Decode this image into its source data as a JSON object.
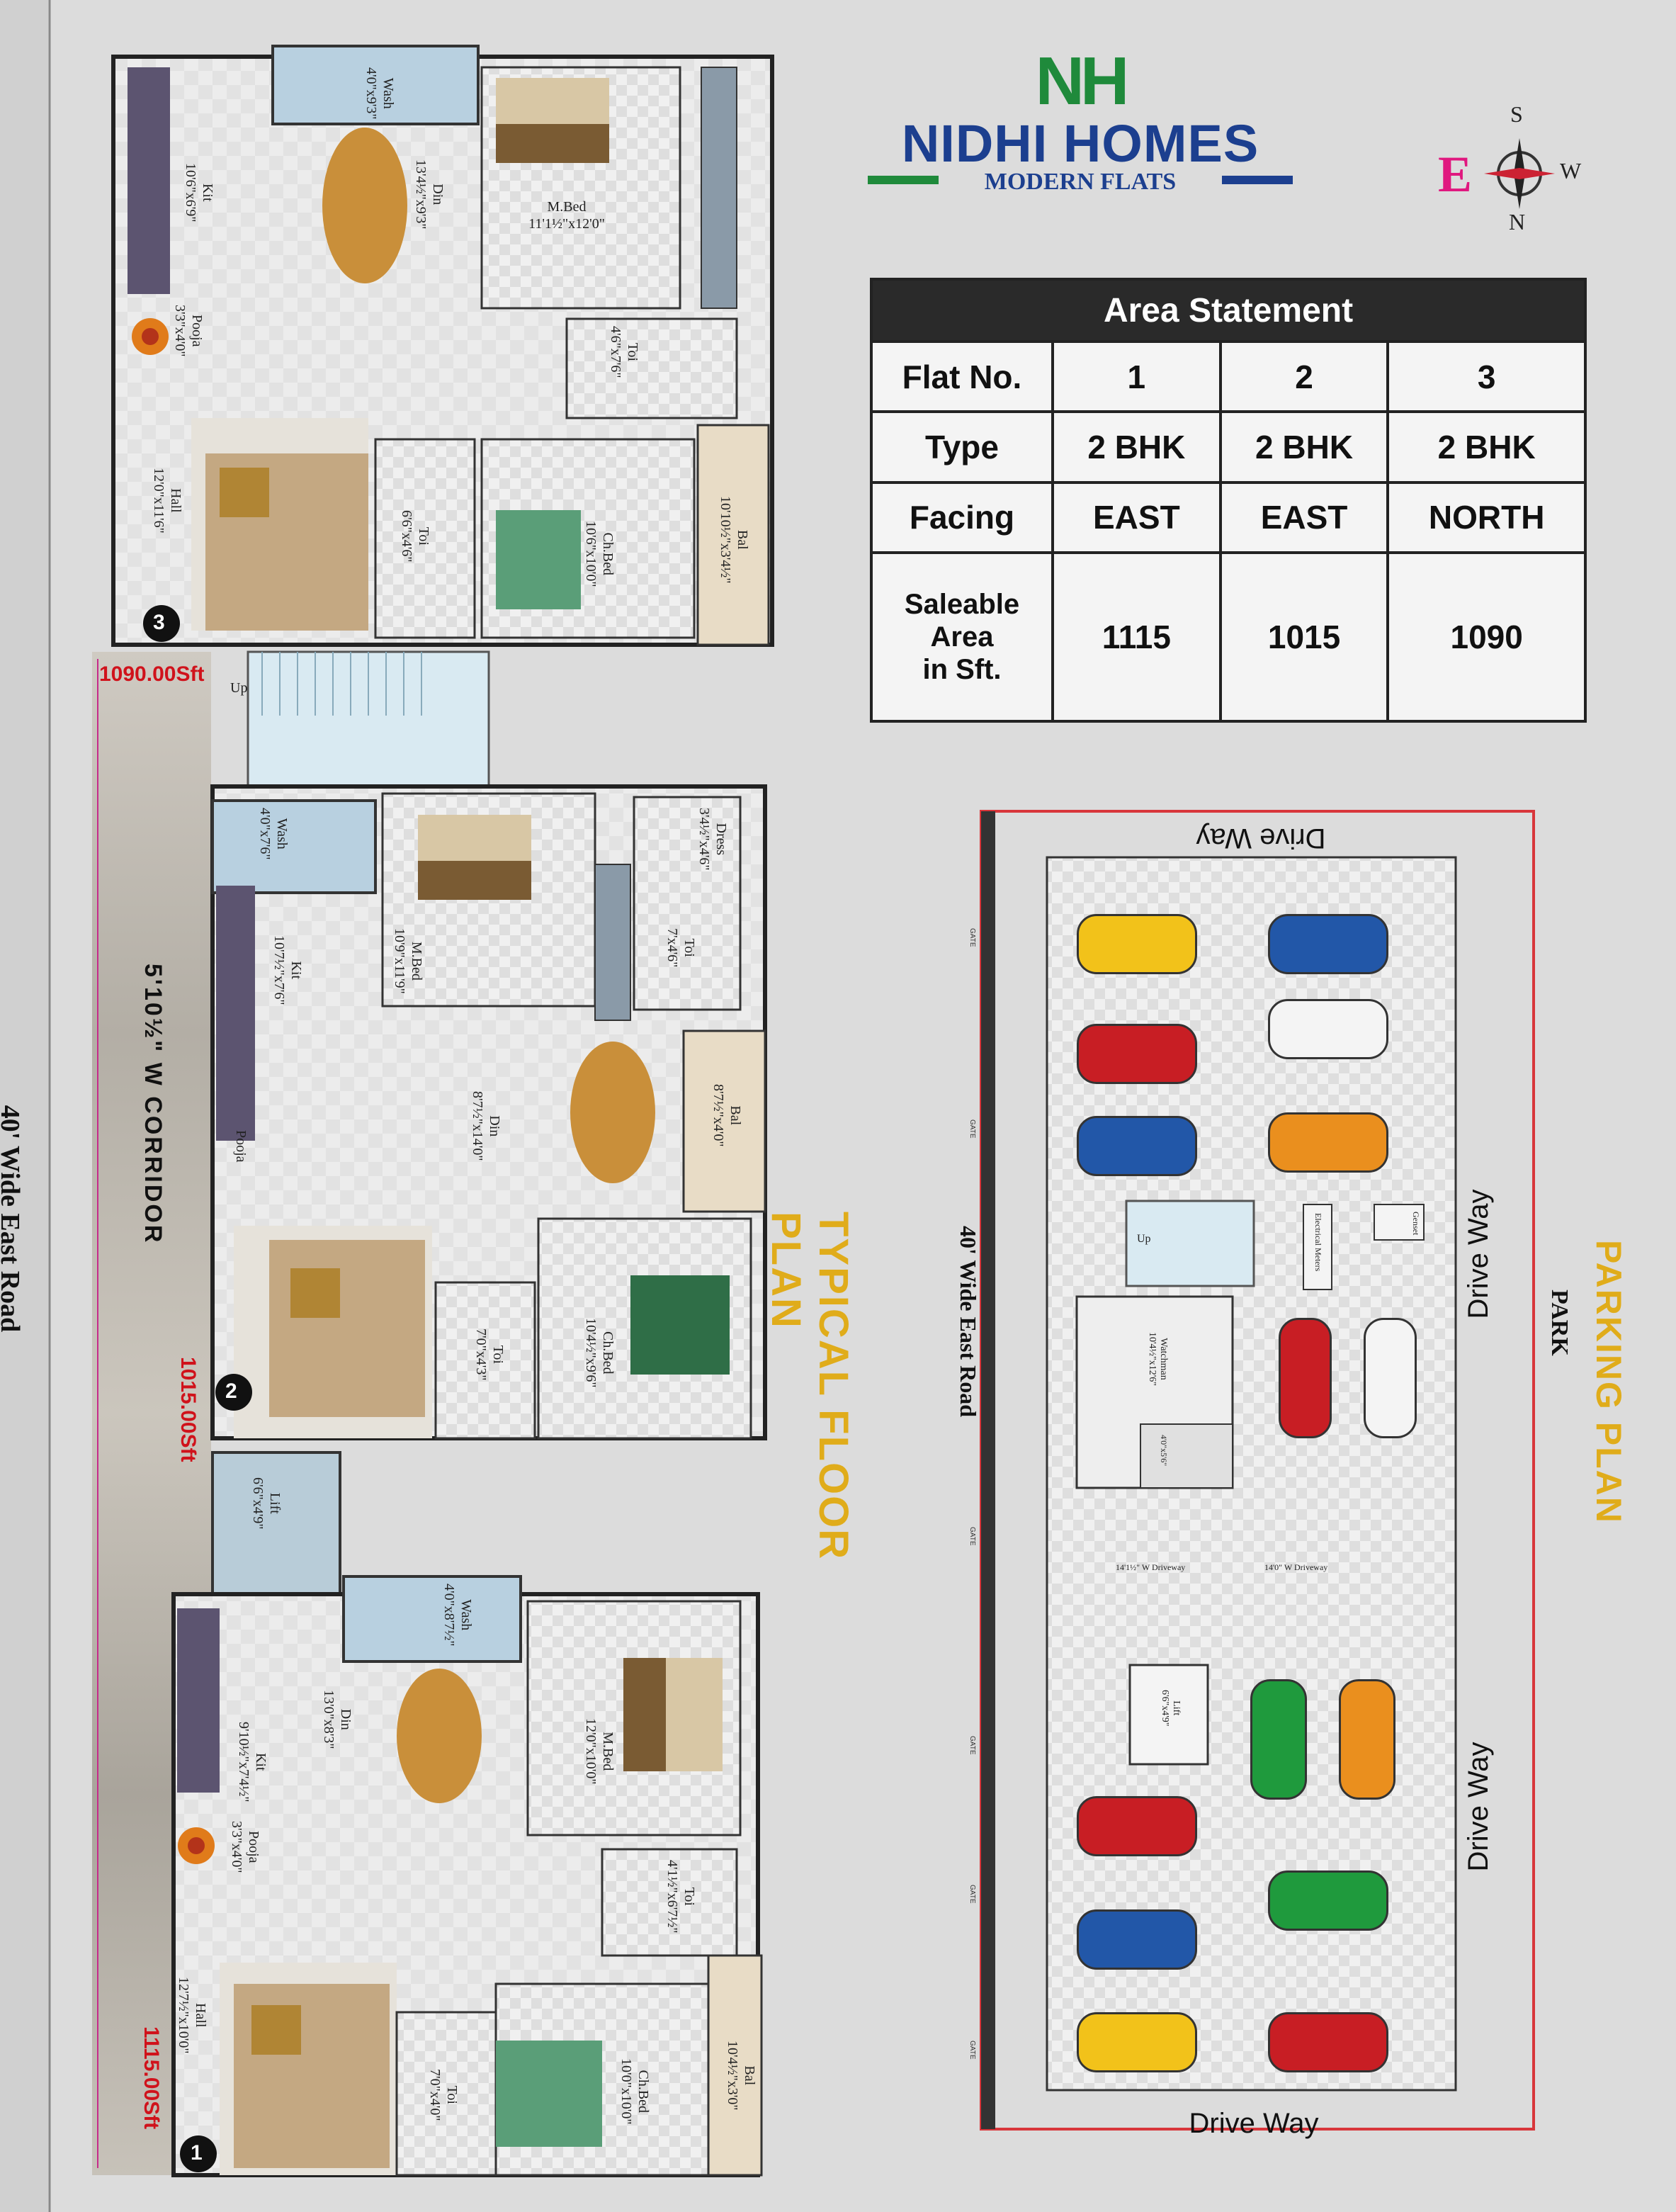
{
  "brand": {
    "mark": "NH",
    "name": "NIDHI HOMES",
    "tagline": "MODERN FLATS",
    "colors": {
      "navy": "#1c3f8f",
      "green": "#1f8a3b",
      "orange": "#f08a1c"
    }
  },
  "compass": {
    "s": "S",
    "w": "W",
    "n": "N",
    "e": "E"
  },
  "area_statement": {
    "title": "Area Statement",
    "row_labels": [
      "Flat No.",
      "Type",
      "Facing"
    ],
    "saleable_label_line1": "Saleable Area",
    "saleable_label_line2": "in Sft.",
    "flats": [
      {
        "no": "1",
        "type": "2 BHK",
        "facing": "EAST",
        "area": "1115"
      },
      {
        "no": "2",
        "type": "2 BHK",
        "facing": "EAST",
        "area": "1015"
      },
      {
        "no": "3",
        "type": "2 BHK",
        "facing": "NORTH",
        "area": "1090"
      }
    ]
  },
  "floor_plan": {
    "title": "TYPICAL FLOOR PLAN",
    "road": "40' Wide East Road",
    "corridor": "5'10½\" W CORRIDOR",
    "up": "Up",
    "flat3": {
      "badge": "3",
      "sft": "1090.00Sft",
      "wash": "Wash",
      "wash_dim": "4'0\"x9'3\"",
      "kit": "Kit",
      "kit_dim": "10'6\"x6'9\"",
      "din": "Din",
      "din_dim": "13'4½\"x9'3\"",
      "mbed": "M.Bed",
      "mbed_dim": "11'1½\"x12'0\"",
      "pooja": "Pooja",
      "pooja_dim": "3'3\"x4'0\"",
      "toi1": "Toi",
      "toi1_dim": "4'6\"x7'6\"",
      "hall": "Hall",
      "hall_dim": "12'0\"x11'6\"",
      "toi2": "Toi",
      "toi2_dim": "6'6\"x4'6\"",
      "chbed": "Ch.Bed",
      "chbed_dim": "10'6\"x10'0\"",
      "bal": "Bal",
      "bal_dim": "10'10½\"x3'4½\""
    },
    "flat2": {
      "badge": "2",
      "sft": "1015.00Sft",
      "wash": "Wash",
      "wash_dim": "4'0\"x7'6\"",
      "mbed": "M.Bed",
      "mbed_dim": "10'9\"x11'9\"",
      "dress": "Dress",
      "dress_dim": "3'4½\"x4'6\"",
      "toi1": "Toi",
      "toi1_dim": "7'x4'6\"",
      "kit": "Kit",
      "kit_dim": "10'7½\"x7'6\"",
      "din": "Din",
      "din_dim": "8'7½\"x14'0\"",
      "bal": "Bal",
      "bal_dim": "8'7½\"x4'0\"",
      "pooja": "Pooja",
      "toi2": "Toi",
      "toi2_dim": "7'0\"x4'3\"",
      "chbed": "Ch.Bed",
      "chbed_dim": "10'4½\"x9'6\""
    },
    "lift": {
      "label": "Lift",
      "dim": "6'6\"x4'9\""
    },
    "flat1": {
      "badge": "1",
      "sft": "1115.00Sft",
      "wash": "Wash",
      "wash_dim": "4'0\"x8'7½\"",
      "kit": "Kit",
      "kit_dim": "9'10½\"x7'4½\"",
      "din": "Din",
      "din_dim": "13'0\"x8'3\"",
      "mbed": "M.Bed",
      "mbed_dim": "12'0\"x10'0\"",
      "pooja": "Pooja",
      "pooja_dim": "3'3\"x4'0\"",
      "toi1": "Toi",
      "toi1_dim": "4'1½\"x6'7½\"",
      "hall": "Hall",
      "hall_dim": "12'7½\"x10'0\"",
      "toi2": "Toi",
      "toi2_dim": "7'0\"x4'0\"",
      "chbed": "Ch.Bed",
      "chbed_dim": "10'0\"x10'0\"",
      "bal": "Bal",
      "bal_dim": "10'4½\"x3'0\""
    }
  },
  "parking_plan": {
    "title": "PARKING PLAN",
    "park": "PARK",
    "drive_top": "Drive Way",
    "drive_bottom": "Drive Way",
    "drive_right1": "Drive Way",
    "drive_right2": "Drive Way",
    "road": "40' Wide East Road",
    "gate": "GATE",
    "up": "Up",
    "electrical": "Electrical Meters",
    "genset": "Genset",
    "watchman": "Watchman",
    "watchman_dim": "10'4½\"x12'6\"",
    "toilet_dim": "4'0\"x5'6\"",
    "lift": "Lift",
    "lift_dim": "6'6\"x4'9\"",
    "driveway1": "14'1½\" W Driveway",
    "driveway2": "14'0\" W Driveway"
  }
}
